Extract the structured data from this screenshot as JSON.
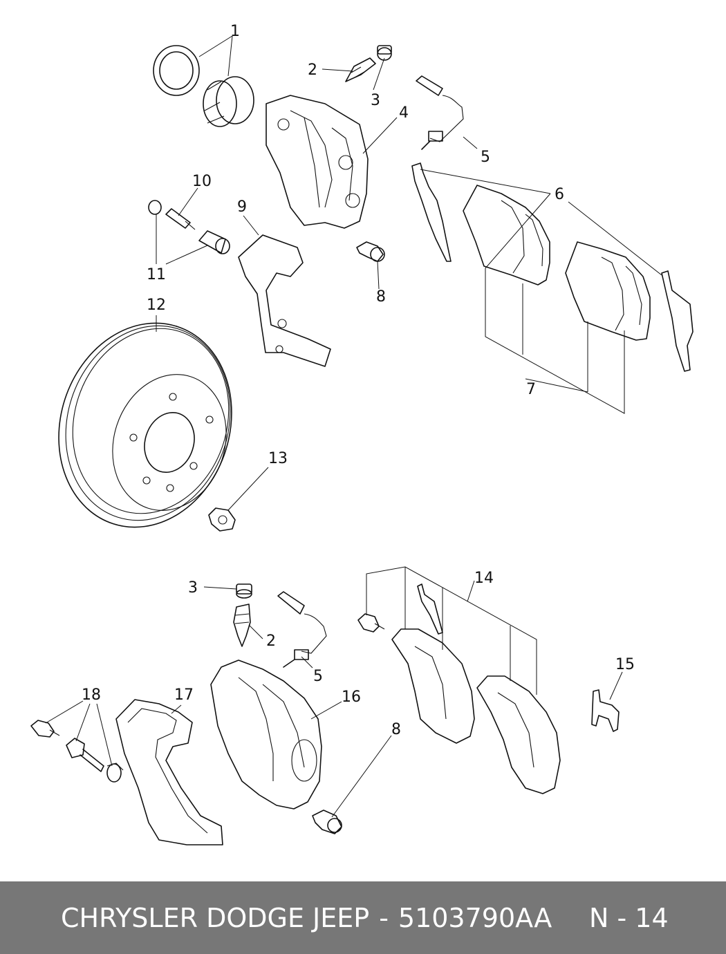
{
  "diagram": {
    "callouts": [
      "1",
      "2",
      "3",
      "4",
      "5",
      "6",
      "7",
      "8",
      "9",
      "10",
      "11",
      "12",
      "13",
      "14",
      "15",
      "16",
      "17",
      "18"
    ]
  },
  "footer": {
    "brand": "CHRYSLER DODGE JEEP",
    "separator": "-",
    "part_number": "5103790AA",
    "page_code": "N - 14"
  }
}
